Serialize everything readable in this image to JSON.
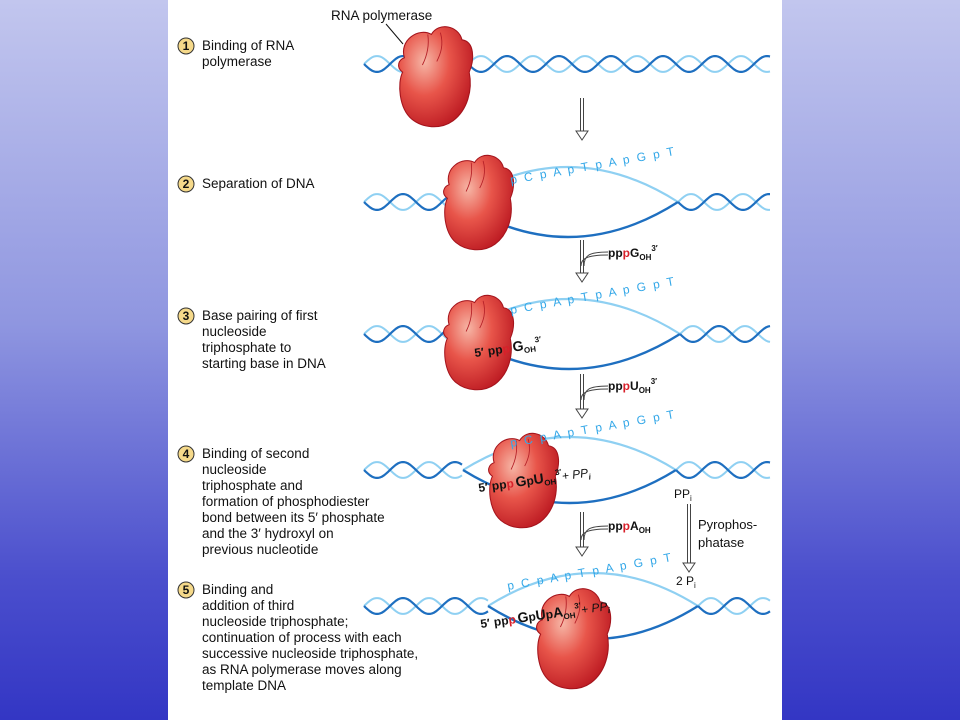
{
  "polymerase_label": "RNA polymerase",
  "steps": [
    {
      "num": "1",
      "lines": [
        "Binding of RNA",
        "polymerase"
      ]
    },
    {
      "num": "2",
      "lines": [
        "Separation of DNA"
      ]
    },
    {
      "num": "3",
      "lines": [
        "Base pairing of first",
        "nucleoside",
        "triphosphate to",
        "starting base in DNA"
      ]
    },
    {
      "num": "4",
      "lines": [
        "Binding of second",
        "nucleoside",
        "triphosphate and",
        "formation of phosphodiester",
        "bond between its 5′ phosphate",
        "and the 3′ hydroxyl on",
        "previous nucleotide"
      ]
    },
    {
      "num": "5",
      "lines": [
        "Binding and",
        "addition of third",
        "nucleoside triphosphate;",
        "continuation of process with each",
        "successive nucleoside triphosphate,",
        "as RNA polymerase moves along",
        "template DNA"
      ]
    }
  ],
  "template_sequence": "p C p A p T p A p G p T",
  "incoming": [
    {
      "pre": "pp",
      "p": "p",
      "base": "G",
      "sub": "OH",
      "sup": "3′"
    },
    {
      "pre": "pp",
      "p": "p",
      "base": "U",
      "sub": "OH",
      "sup": "3′"
    },
    {
      "pre": "pp",
      "p": "p",
      "base": "A",
      "sub": "OH",
      "sup": ""
    }
  ],
  "rna": {
    "step3": {
      "five": "5′",
      "pre": "pp",
      "p": "p",
      "base": "G",
      "sub": "OH",
      "sup": "3′"
    },
    "step4": {
      "five": "5′",
      "pre": "pp",
      "p": "p",
      "b1": "G",
      "mid": "p",
      "b2": "U",
      "sub": "OH",
      "sup": "3′",
      "ppi": "+ PP"
    },
    "step5": {
      "five": "5′",
      "pre": "pp",
      "p": "p",
      "b1": "G",
      "mid1": "p",
      "b2": "U",
      "mid2": "p",
      "b3": "A",
      "sub": "OH",
      "sup": "3′",
      "ppi": "+ PP"
    }
  },
  "pyrophosphatase": {
    "input": "PP",
    "name_lines": [
      "Pyrophos-",
      "phatase"
    ],
    "output": "2 P",
    "sub": "i"
  }
}
